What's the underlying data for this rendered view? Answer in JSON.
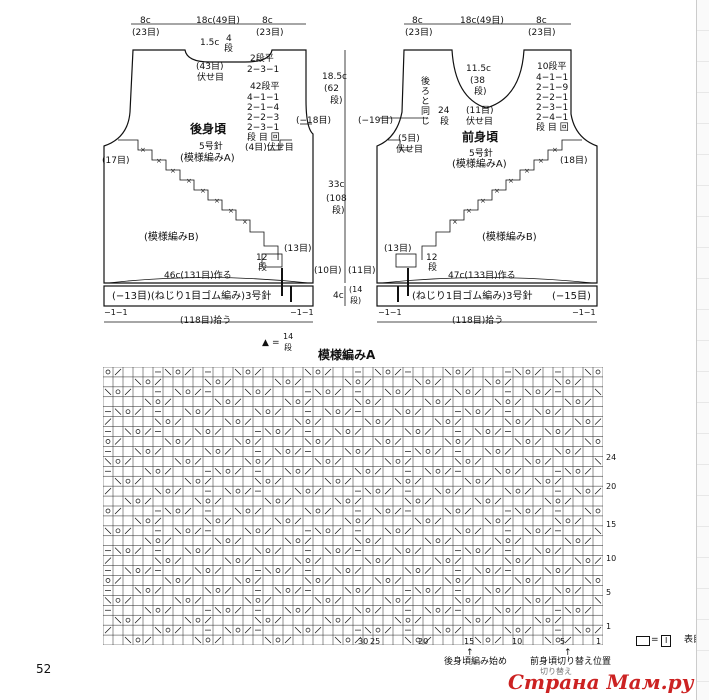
{
  "page_number": "52",
  "watermark": "Страна Мам.ру",
  "back": {
    "top_left": "8c",
    "top_left_sts": "(23目)",
    "top_mid": "18c(49目)",
    "top_right": "8c",
    "top_right_sts": "(23目)",
    "neck1": "1.5c",
    "neck2": "4",
    "neck3": "段",
    "cast_off_label": "(43目)",
    "cast_off": "伏せ目",
    "dec_a_head": "2段平",
    "dec_a": [
      "2−3−1"
    ],
    "dec_b_head": "42段平",
    "dec_b": [
      "4−1−1",
      "2−1−4",
      "2−2−3",
      "2−3−1"
    ],
    "dec_b_foot": "段 目 回",
    "dec_b_foot2": "(4目)伏せ目",
    "title": "後身頃",
    "needle": "5号針",
    "pattern": "(模様編みA)",
    "pattern_b": "(模様編みB)",
    "arm_left": "(17目)",
    "arm_right": "(−18目)",
    "height_top": "18.5c",
    "height_top_rows": "(62",
    "height_top_rows2": "段)",
    "height_main": "33c",
    "height_main_rows": "(108",
    "height_main_rows2": "段)",
    "width": "46c(131目)作る",
    "small_rows": "12",
    "small_rows2": "段",
    "small_sts": "(13目)",
    "side_sts": "(10目)",
    "rib": "(−13目)(ねじり1目ゴム編み)3号針",
    "rib_h": "4c",
    "rib_rows": "(14",
    "rib_rows2": "段)",
    "pickup": "(118目)拾う",
    "edge_l": "−1−1",
    "edge_r": "−1−1"
  },
  "front": {
    "top_left": "8c",
    "top_left_sts": "(23目)",
    "top_mid": "18c(49目)",
    "top_right": "8c",
    "top_right_sts": "(23目)",
    "neck_h": "11.5c",
    "neck_rows": "(38",
    "neck_rows2": "段)",
    "neck_sts": "(11目)",
    "neck_castoff": "伏せ目",
    "dec_head": "10段平",
    "dec": [
      "4−1−1",
      "2−1−9",
      "2−2−1",
      "2−3−1",
      "2−4−1"
    ],
    "dec_foot": "段 目 回",
    "back_same": "後ろと同じ",
    "rows24": "24",
    "rows24b": "段",
    "arm_sts": "(5目)",
    "arm_castoff": "伏せ目",
    "arm_left": "(−19目)",
    "arm_right": "(18目)",
    "title": "前身頃",
    "needle": "5号針",
    "pattern": "(模様編みA)",
    "pattern_b": "(模様編みB)",
    "width": "47c(133目)作る",
    "small_rows": "12",
    "small_rows2": "段",
    "small_sts": "(13目)",
    "side_sts": "(11目)",
    "rib": "(ねじり1目ゴム編み)3号針",
    "rib_right": "(−15目)",
    "pickup": "(118目)拾う",
    "edge_l": "−1−1",
    "edge_r": "−1−1"
  },
  "rep_note": "=",
  "rep_rows": "14",
  "rep_rows2": "段",
  "chart_title": "模様編みA",
  "chart_row_labels": [
    "24",
    "20",
    "15",
    "10",
    "5",
    "1"
  ],
  "chart_col_labels": [
    "30",
    "25",
    "20",
    "15",
    "10",
    "5",
    "1"
  ],
  "legend_eq": "=",
  "legend_sym": "I",
  "legend_text": "表目",
  "note_back_start": "後身頃編み始め",
  "note_front_change": "前身頃切り替え位置",
  "note_front_change2": "切り替え"
}
